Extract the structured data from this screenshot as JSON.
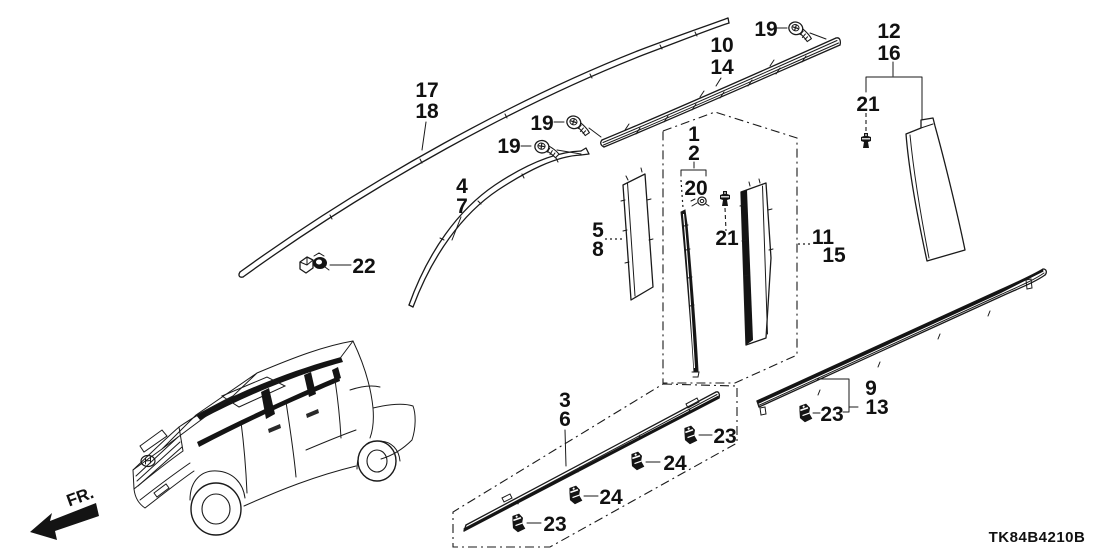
{
  "diagram": {
    "background": "#ffffff",
    "line_color": "#1a1a1a",
    "code": "TK84B4210B",
    "front_label": "FR.",
    "callouts": {
      "c1": "1",
      "c2": "2",
      "c3": "3",
      "c4": "4",
      "c5": "5",
      "c6": "6",
      "c7": "7",
      "c8": "8",
      "c9": "9",
      "c10": "10",
      "c11": "11",
      "c12": "12",
      "c13": "13",
      "c14": "14",
      "c15": "15",
      "c16": "16",
      "c17": "17",
      "c18": "18",
      "c19a": "19",
      "c19b": "19",
      "c19c": "19",
      "c20": "20",
      "c21a": "21",
      "c21b": "21",
      "c22": "22",
      "c23a": "23",
      "c23b": "23",
      "c23c": "23",
      "c24a": "24",
      "c24b": "24"
    }
  }
}
